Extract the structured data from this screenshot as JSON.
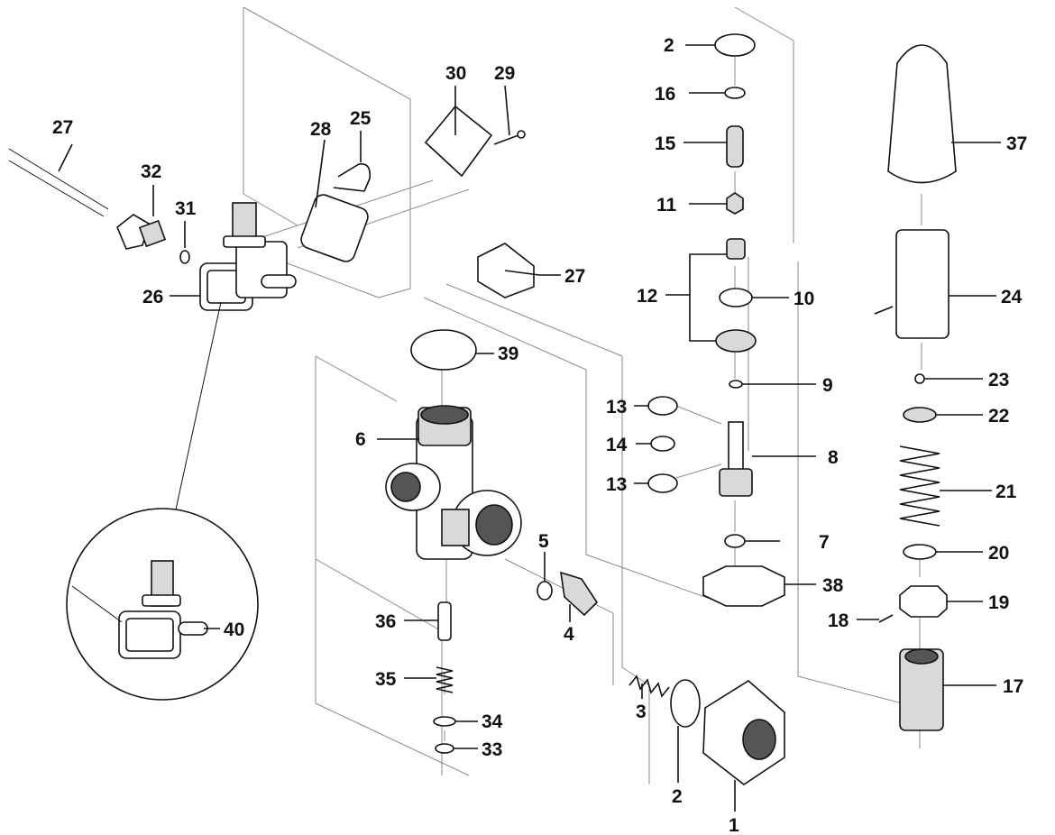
{
  "callouts": {
    "c1": "1",
    "c2a": "2",
    "c2b": "2",
    "c3": "3",
    "c4": "4",
    "c5": "5",
    "c6": "6",
    "c7": "7",
    "c8": "8",
    "c9": "9",
    "c10": "10",
    "c11": "11",
    "c12": "12",
    "c13a": "13",
    "c13b": "13",
    "c14": "14",
    "c15": "15",
    "c16": "16",
    "c17": "17",
    "c18": "18",
    "c19": "19",
    "c20": "20",
    "c21": "21",
    "c22": "22",
    "c23": "23",
    "c24": "24",
    "c25": "25",
    "c26": "26",
    "c27a": "27",
    "c27b": "27",
    "c28": "28",
    "c29": "29",
    "c30": "30",
    "c31": "31",
    "c32": "32",
    "c33": "33",
    "c34": "34",
    "c35": "35",
    "c36": "36",
    "c37": "37",
    "c38": "38",
    "c39": "39",
    "c40": "40"
  },
  "colors": {
    "line": "#111111",
    "guide": "#8a8a8a",
    "fill_light": "#d9d9d9",
    "fill_dark": "#555555"
  }
}
